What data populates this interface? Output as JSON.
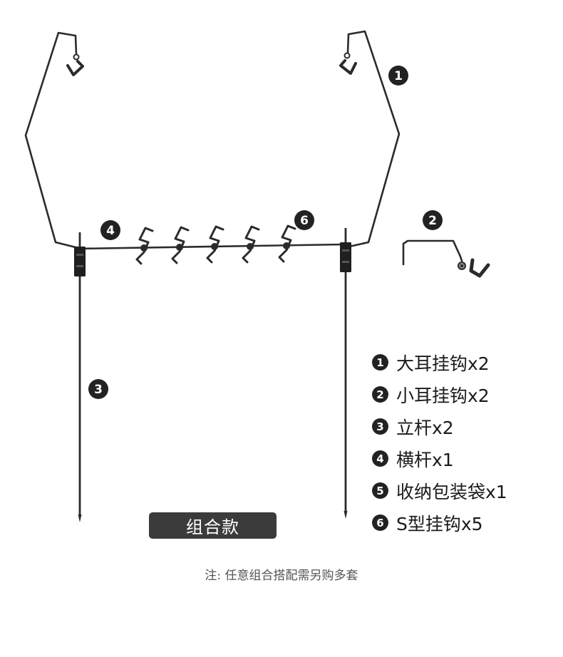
{
  "diagram_markers": {
    "big_hook": "1",
    "small_hook": "2",
    "pole": "3",
    "crossbar": "4",
    "s_hook": "6"
  },
  "parts": [
    {
      "number": "1",
      "label": "大耳挂钩x2"
    },
    {
      "number": "2",
      "label": "小耳挂钩x2"
    },
    {
      "number": "3",
      "label": "立杆x2"
    },
    {
      "number": "4",
      "label": "横杆x1"
    },
    {
      "number": "5",
      "label": "收纳包装袋x1"
    },
    {
      "number": "6",
      "label": "S型挂钩x5"
    }
  ],
  "combo_label": "组合款",
  "footnote": "注: 任意组合搭配需另购多套",
  "colors": {
    "metal": "#2b2b2b",
    "badge_bg": "#3b3b3b",
    "number_circle": "#222222",
    "footnote_text": "#555555"
  }
}
